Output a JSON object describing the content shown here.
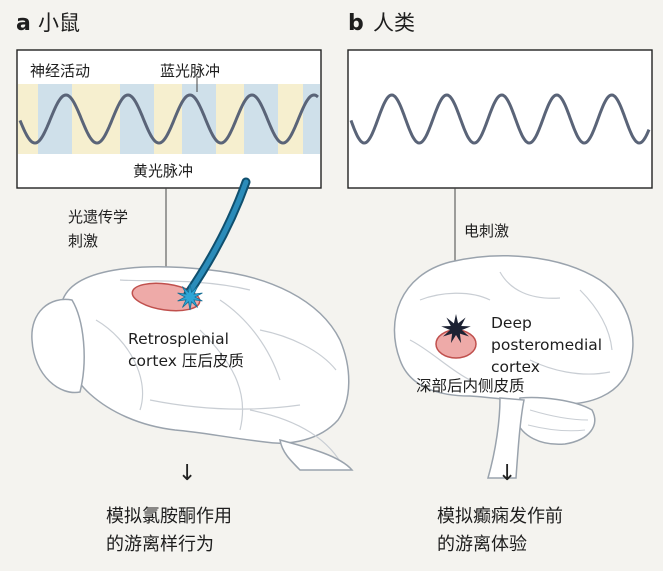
{
  "panel_a": {
    "letter": "a",
    "title": "小鼠",
    "neural_activity": "神经活动",
    "blue_pulse": "蓝光脉冲",
    "yellow_pulse": "黄光脉冲",
    "stim_line1": "光遗传学",
    "stim_line2": "刺激",
    "region_line1": "Retrosplenial",
    "region_line2": "cortex 压后皮质",
    "outcome_line1": "模拟氯胺酮作用",
    "outcome_line2": "的游离样行为"
  },
  "panel_b": {
    "letter": "b",
    "title": "人类",
    "stim": "电刺激",
    "region_line1": "Deep",
    "region_line2": "posteromedial",
    "region_line3": "cortex",
    "region_line4": "深部后内侧皮质",
    "outcome_line1": "模拟癫痫发作前",
    "outcome_line2": "的游离体验"
  },
  "colors": {
    "wave": "#5a6478",
    "blue_band": "#cfe0ea",
    "yellow_band": "#f6efcf",
    "fiber": "#1e7aa5",
    "region_fill": "#eeaaa8",
    "region_stroke": "#c0504d",
    "brain_fill": "#ffffff",
    "brain_stroke": "#9aa3ad"
  }
}
